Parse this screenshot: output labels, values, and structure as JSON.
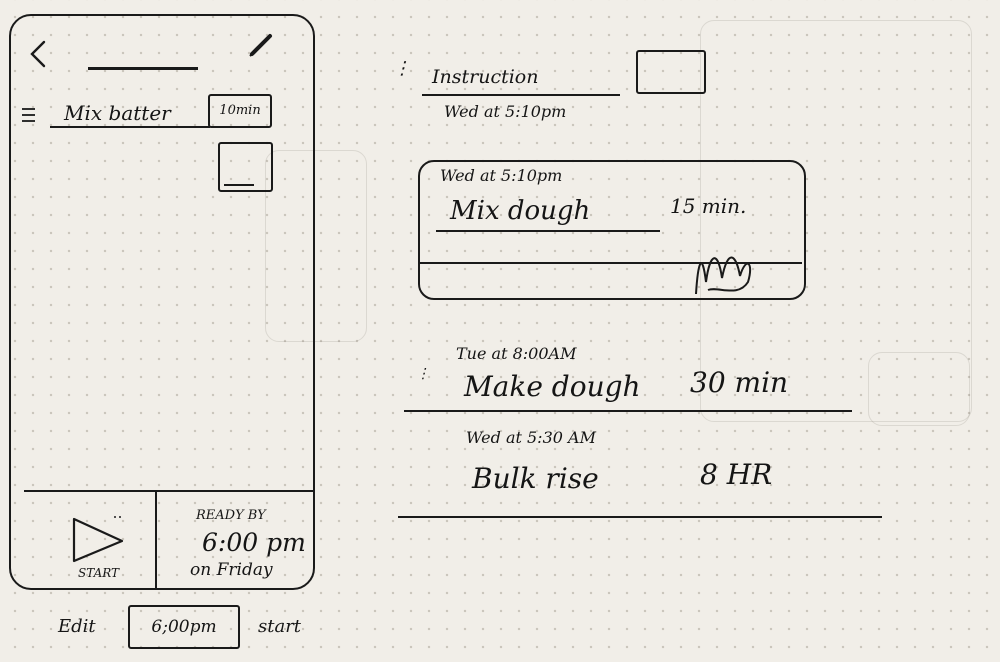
{
  "phone": {
    "task_label": "Mix batter",
    "task_duration": "10min",
    "start_label": "START",
    "ready_label": "READY BY",
    "ready_time": "6:00 pm",
    "ready_day": "on Friday"
  },
  "below_phone": {
    "edit_label": "Edit",
    "time_value": "6;00pm",
    "start_label": "start"
  },
  "detail": {
    "instruction_label": "Instruction",
    "instruction_time": "Wed at 5:10pm",
    "step1": {
      "time": "Wed at 5:10pm",
      "name": "Mix dough",
      "duration": "15 min."
    },
    "step2": {
      "time": "Tue at 8:00AM",
      "name": "Make dough",
      "duration": "30 min"
    },
    "step3": {
      "time": "Wed at 5:30 AM",
      "name": "Bulk rise",
      "duration": "8 HR"
    }
  }
}
